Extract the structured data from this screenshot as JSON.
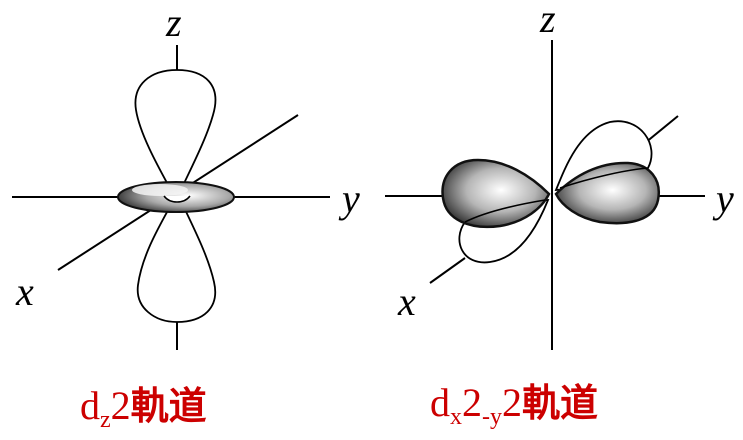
{
  "diagrams": [
    {
      "axes": {
        "z": "z",
        "y": "y",
        "x": "x"
      },
      "caption": {
        "prefix": "d",
        "sub": "z",
        "suffix": "2",
        "kanji": "軌道"
      }
    },
    {
      "axes": {
        "z": "z",
        "y": "y",
        "x": "x"
      },
      "caption": {
        "prefix": "d",
        "sub1": "x",
        "mid": "2",
        "sub2": "-y",
        "suffix": "2",
        "kanji": "軌道"
      }
    }
  ],
  "colors": {
    "caption": "#cc0000",
    "line": "#000000",
    "lobe_dark": "#3a3a3a",
    "lobe_light": "#f2f2f2"
  }
}
